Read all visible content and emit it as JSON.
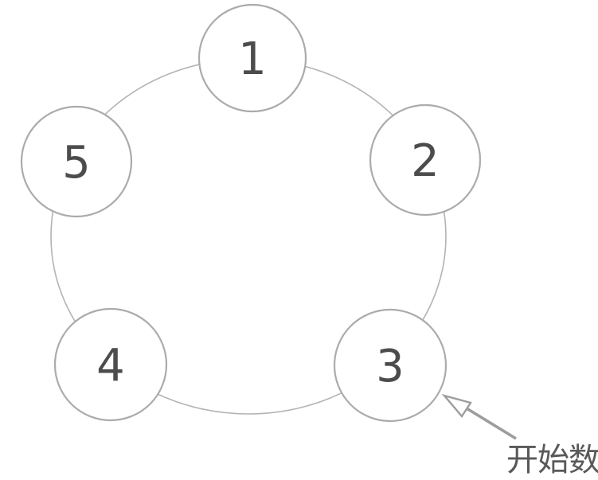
{
  "diagram": {
    "type": "circular-counting-diagram",
    "nodes": [
      {
        "label": "1",
        "position": "top"
      },
      {
        "label": "2",
        "position": "right"
      },
      {
        "label": "3",
        "position": "bottom-right"
      },
      {
        "label": "4",
        "position": "bottom-left"
      },
      {
        "label": "5",
        "position": "left"
      }
    ],
    "annotation": {
      "label": "开始数",
      "points_to_node": "3"
    },
    "colors": {
      "background": "#ffffff",
      "ring_stroke": "#b3b3b3",
      "node_stroke": "#ababab",
      "node_fill": "#ffffff",
      "number_text": "#4c4c4c",
      "arrow": "#9d9d9d",
      "annotation_text": "#595959"
    }
  }
}
